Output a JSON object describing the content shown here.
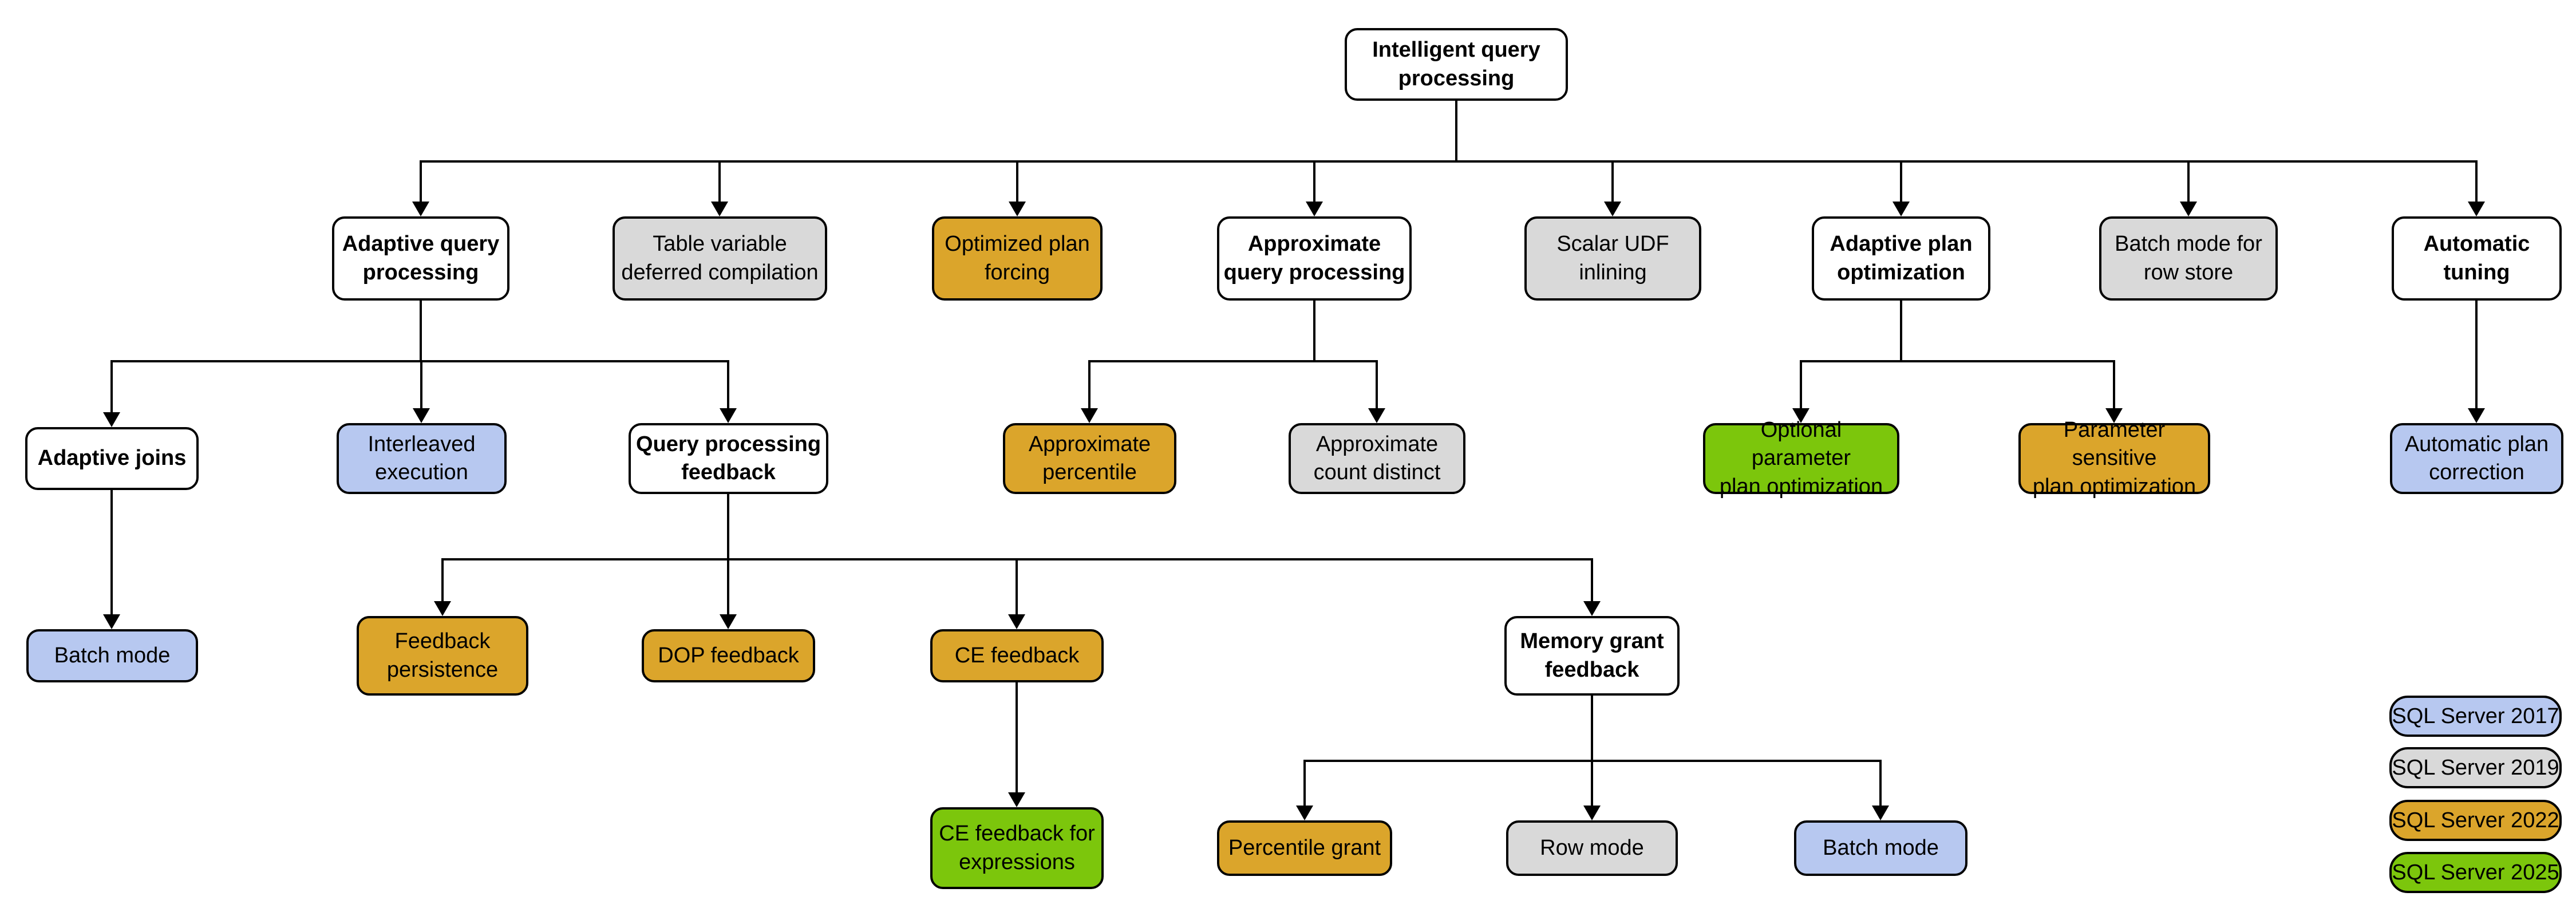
{
  "colors": {
    "parent": "#FFFFFF",
    "sql2017": "#B7C8F0",
    "sql2019": "#D9D9D9",
    "sql2022": "#DBA52B",
    "sql2025": "#7CC60C"
  },
  "nodes": {
    "intelligent_query_processing": {
      "label": "Intelligent query\nprocessing"
    },
    "adaptive_query_processing": {
      "label": "Adaptive query\nprocessing"
    },
    "table_variable_deferred_compilation": {
      "label": "Table variable\ndeferred compilation",
      "version": "SQL Server 2019"
    },
    "optimized_plan_forcing": {
      "label": "Optimized plan\nforcing",
      "version": "SQL Server 2022"
    },
    "approximate_query_processing": {
      "label": "Approximate\nquery processing"
    },
    "scalar_udf_inlining": {
      "label": "Scalar UDF\ninlining",
      "version": "SQL Server 2019"
    },
    "adaptive_plan_optimization": {
      "label": "Adaptive plan\noptimization"
    },
    "batch_mode_for_row_store": {
      "label": "Batch mode for\nrow store",
      "version": "SQL Server 2019"
    },
    "automatic_tuning": {
      "label": "Automatic\ntuning"
    },
    "adaptive_joins": {
      "label": "Adaptive joins"
    },
    "interleaved_execution": {
      "label": "Interleaved\nexecution",
      "version": "SQL Server 2017"
    },
    "query_processing_feedback": {
      "label": "Query processing\nfeedback"
    },
    "approximate_percentile": {
      "label": "Approximate\npercentile",
      "version": "SQL Server 2022"
    },
    "approximate_count_distinct": {
      "label": "Approximate\ncount distinct",
      "version": "SQL Server 2019"
    },
    "optional_parameter_plan_optimization": {
      "label": "Optional parameter\nplan optimization",
      "version": "SQL Server 2025"
    },
    "parameter_sensitive_plan_optimization": {
      "label": "Parameter sensitive\nplan optimization",
      "version": "SQL Server 2022"
    },
    "automatic_plan_correction": {
      "label": "Automatic plan\ncorrection",
      "version": "SQL Server 2017"
    },
    "batch_mode_adaptive_joins": {
      "label": "Batch mode",
      "version": "SQL Server 2017"
    },
    "feedback_persistence": {
      "label": "Feedback\npersistence",
      "version": "SQL Server 2022"
    },
    "dop_feedback": {
      "label": "DOP feedback",
      "version": "SQL Server 2022"
    },
    "ce_feedback": {
      "label": "CE feedback",
      "version": "SQL Server 2022"
    },
    "memory_grant_feedback": {
      "label": "Memory grant\nfeedback"
    },
    "ce_feedback_for_expressions": {
      "label": "CE feedback for\nexpressions",
      "version": "SQL Server 2025"
    },
    "percentile_grant": {
      "label": "Percentile grant",
      "version": "SQL Server 2022"
    },
    "row_mode": {
      "label": "Row mode",
      "version": "SQL Server 2019"
    },
    "batch_mode_memory_grant": {
      "label": "Batch mode",
      "version": "SQL Server 2017"
    }
  },
  "legend": {
    "items": [
      {
        "label": "SQL Server 2017",
        "color": "#B7C8F0"
      },
      {
        "label": "SQL Server 2019",
        "color": "#D9D9D9"
      },
      {
        "label": "SQL Server 2022",
        "color": "#DBA52B"
      },
      {
        "label": "SQL Server 2025",
        "color": "#7CC60C"
      }
    ]
  }
}
